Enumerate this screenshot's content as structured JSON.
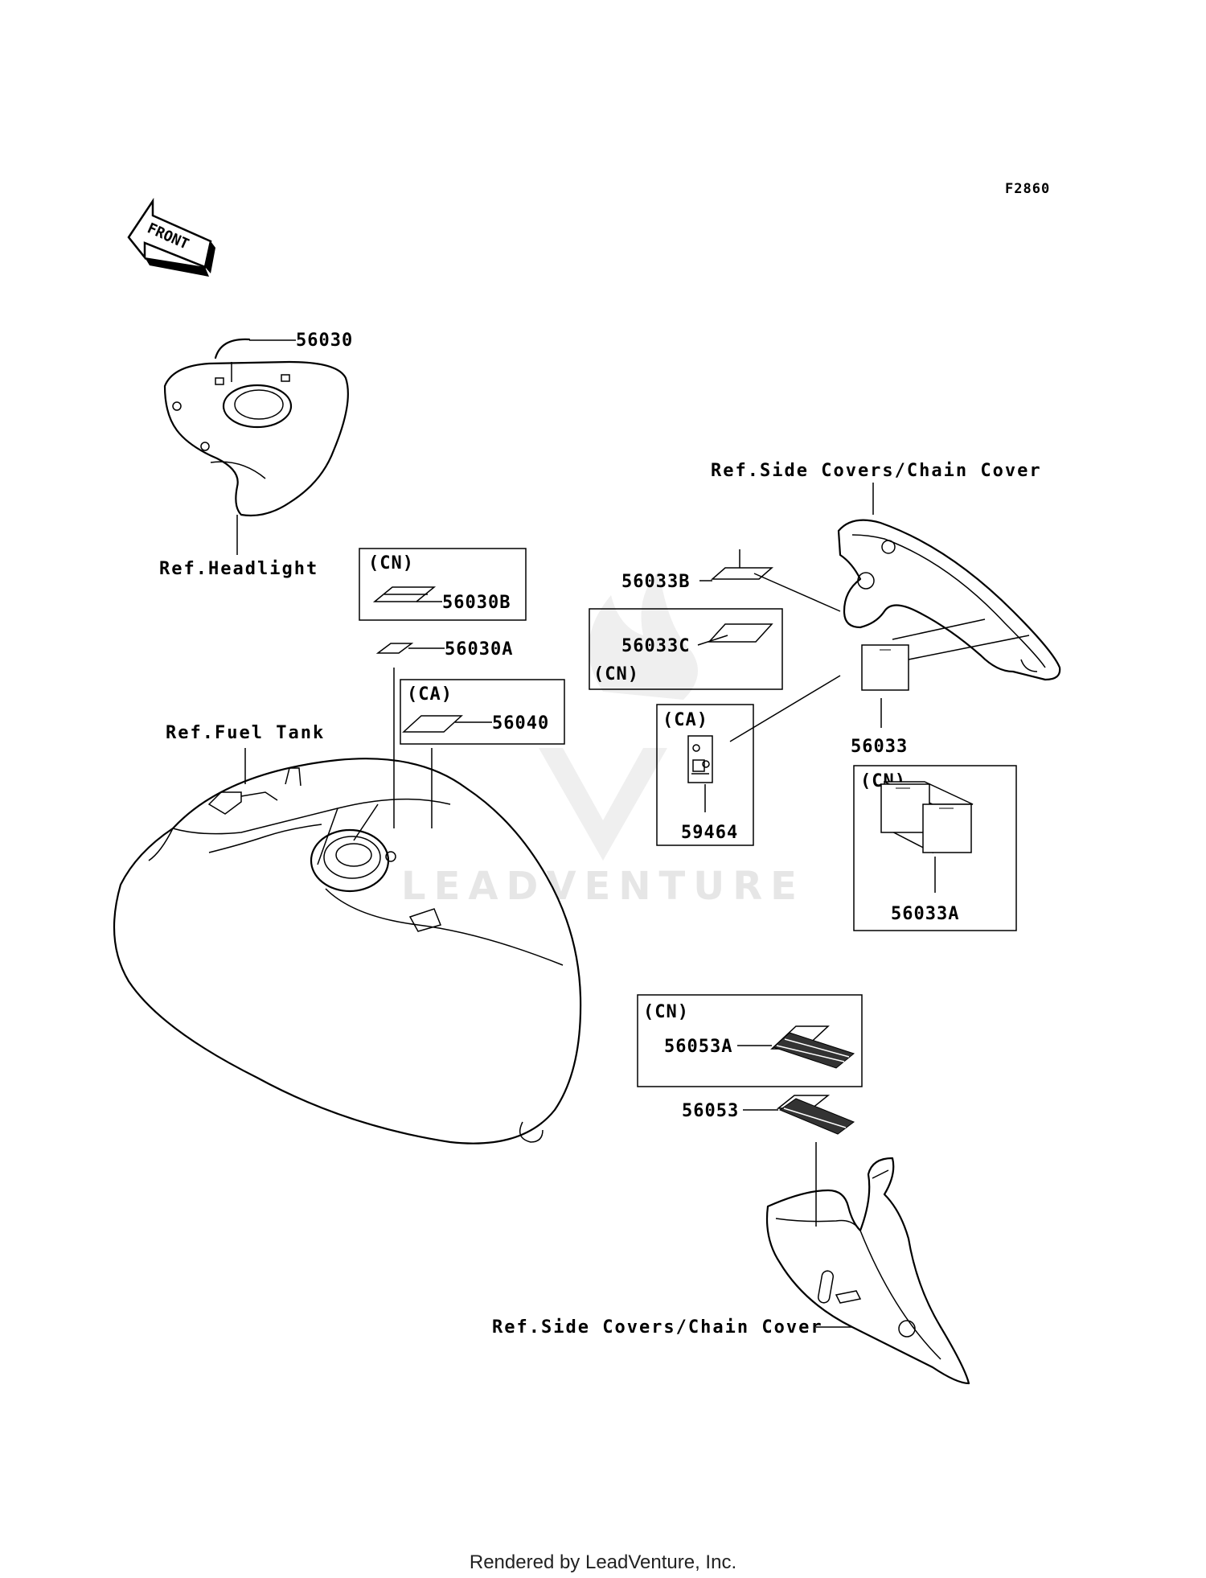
{
  "diagram_code": "F2860",
  "front_label": "FRONT",
  "watermark": "LEADVENTURE",
  "footer": "Rendered by LeadVenture, Inc.",
  "refs": {
    "headlight": "Ref.Headlight",
    "fuel_tank": "Ref.Fuel Tank",
    "side_covers_top": "Ref.Side Covers/Chain Cover",
    "side_covers_bottom": "Ref.Side Covers/Chain Cover"
  },
  "parts": {
    "p56030": "56030",
    "p56030A": "56030A",
    "p56030B": "56030B",
    "p56040": "56040",
    "p56033": "56033",
    "p56033A": "56033A",
    "p56033B": "56033B",
    "p56033C": "56033C",
    "p59464": "59464",
    "p56053": "56053",
    "p56053A": "56053A"
  },
  "region_tags": {
    "cn_56030B": "(CN)",
    "ca_56040": "(CA)",
    "cn_56033C": "(CN)",
    "ca_59464": "(CA)",
    "cn_56033A": "(CN)",
    "cn_56053A": "(CN)"
  }
}
